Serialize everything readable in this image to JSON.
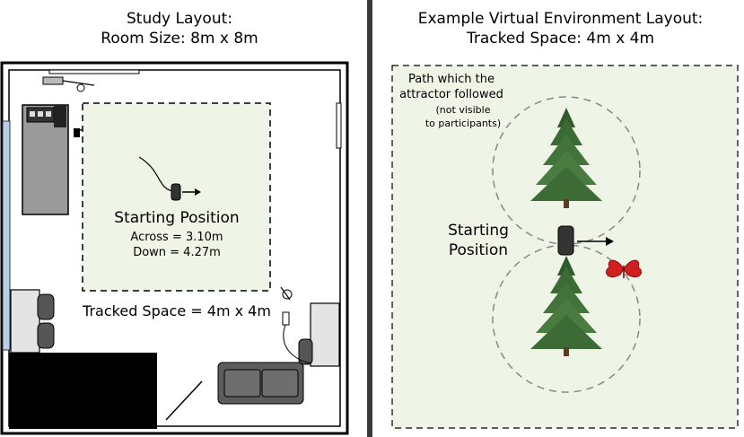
{
  "left_panel": {
    "title_line1": "Study Layout:",
    "title_line2": "Room Size: 8m x 8m",
    "starting_position": "Starting Position",
    "across": "Across = 3.10m",
    "down": "Down = 4.27m",
    "tracked_space": "Tracked Space = 4m x 4m"
  },
  "right_panel": {
    "title_line1": "Example Virtual Environment Layout:",
    "title_line2": "Tracked Space: 4m x 4m",
    "path_label_line1": "Path which the",
    "path_label_line2": "attractor followed",
    "note_line1": "(not visible",
    "note_line2": "to participants)",
    "starting_line1": "Starting",
    "starting_line2": "Position"
  },
  "colors": {
    "tracked_area_fill": "#eef5e6",
    "divider": "#3c3c3c",
    "butterfly": "#d11f1f",
    "tree": "#3f6b3a",
    "window": "#b7cfe8"
  },
  "icons": [
    "tree-icon",
    "butterfly-icon",
    "headset-icon",
    "arrow-icon",
    "couch-icon",
    "chair-icon"
  ]
}
